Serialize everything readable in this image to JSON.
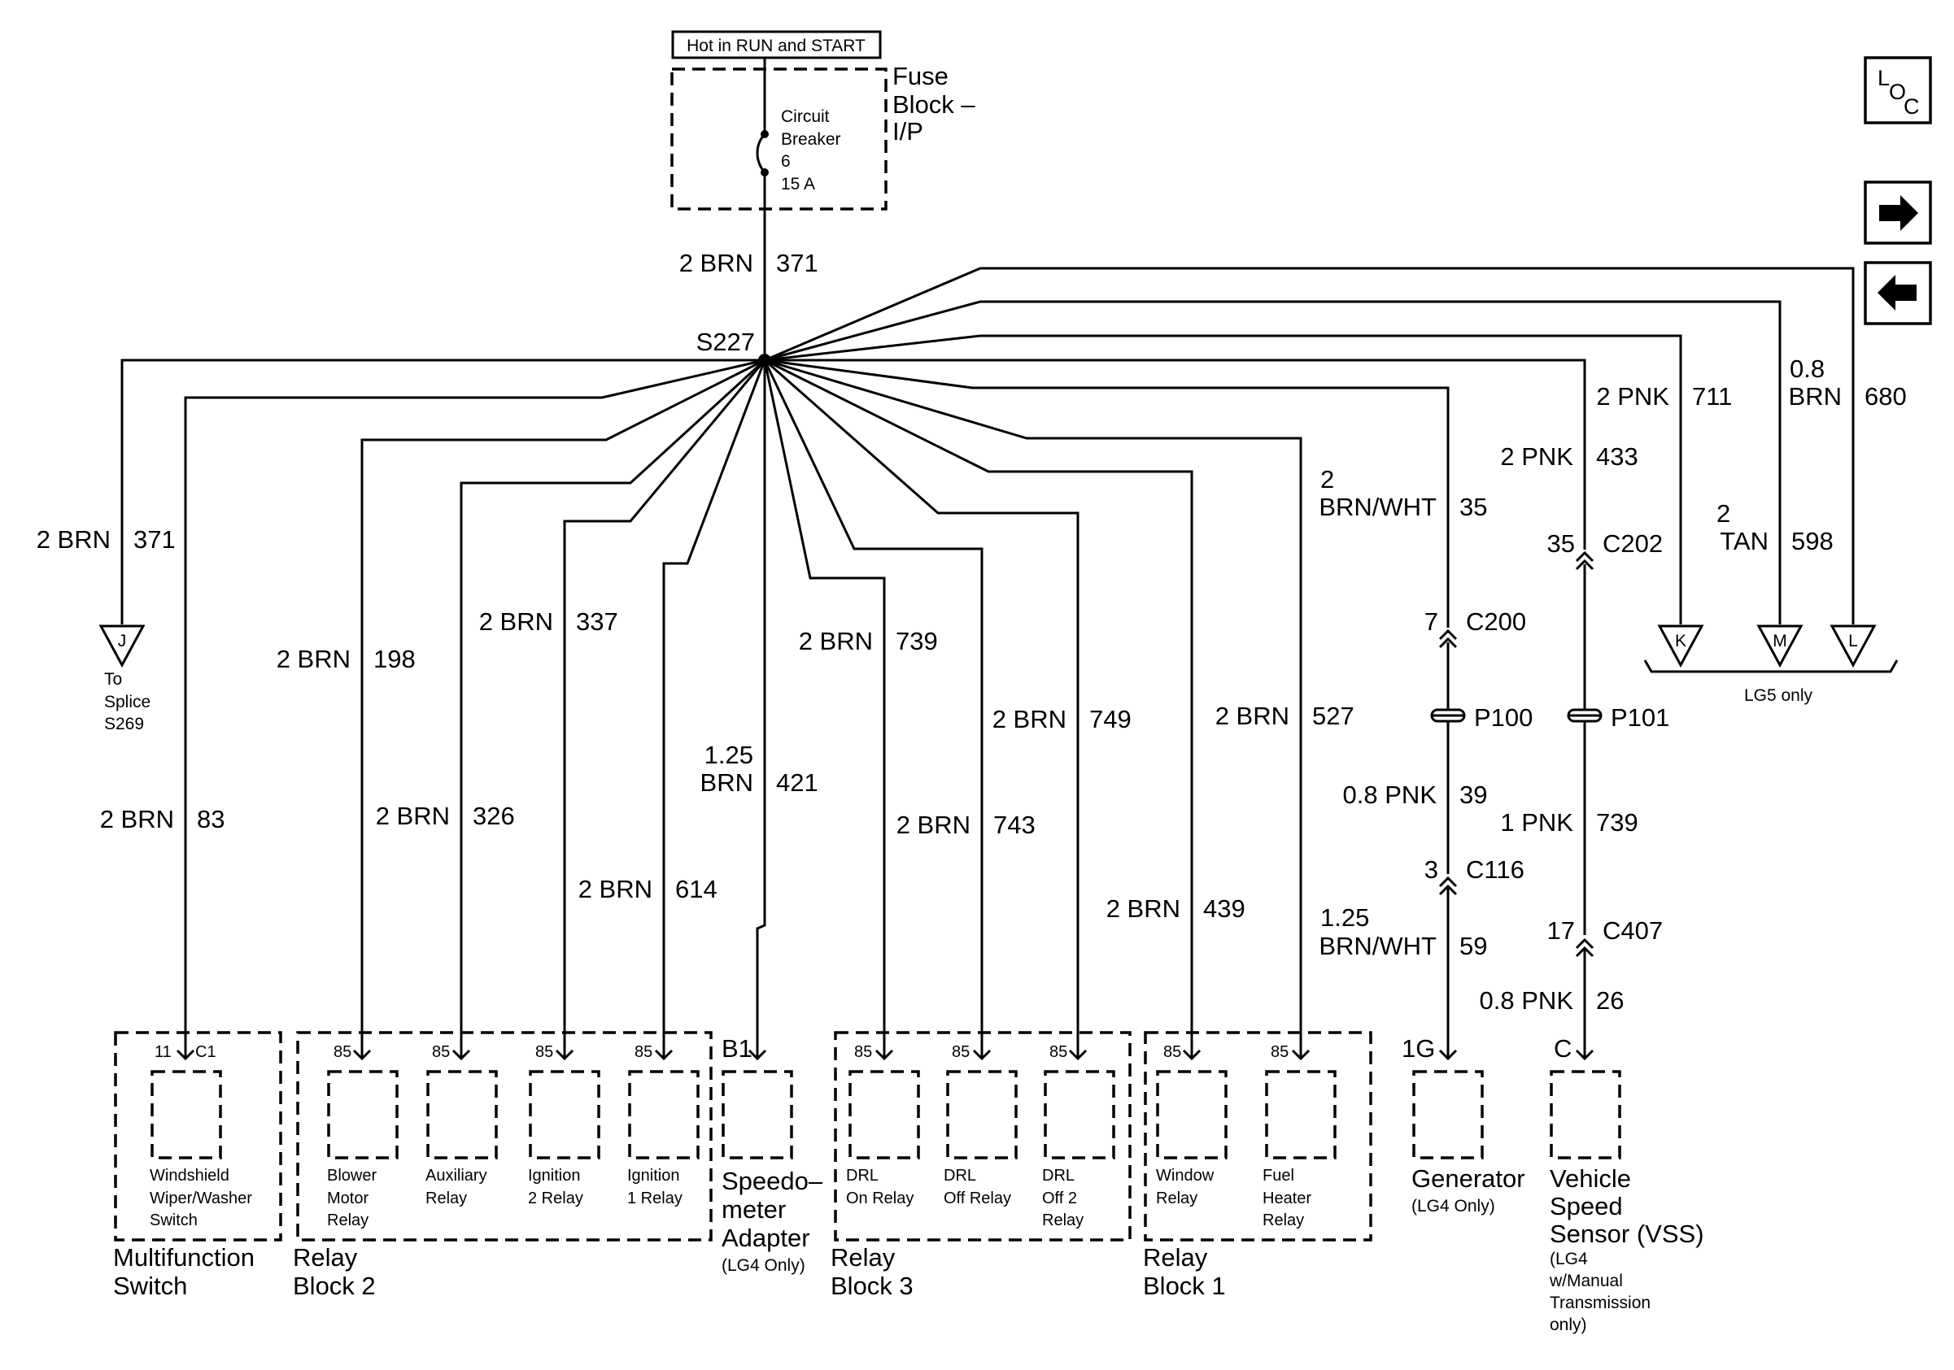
{
  "header": {
    "hot_label": "Hot in RUN and START",
    "fuse_block": [
      "Fuse",
      "Block –",
      "I/P"
    ],
    "breaker": [
      "Circuit",
      "Breaker",
      "6",
      "15 A"
    ],
    "feed_wire": {
      "size": "2 BRN",
      "circuit": "371"
    },
    "splice": "S227"
  },
  "nav": {
    "loc_icon": "L O C",
    "forward_icon": "arrow-right",
    "back_icon": "arrow-left"
  },
  "branches": {
    "j_wire": {
      "size": "2 BRN",
      "circuit": "371"
    },
    "j_terminal": "J",
    "j_note": [
      "To",
      "Splice",
      "S269"
    ],
    "wiper": {
      "size": "2 BRN",
      "circuit": "83"
    },
    "blower": {
      "size": "2 BRN",
      "circuit": "198"
    },
    "aux": {
      "size": "2 BRN",
      "circuit": "326"
    },
    "ign2": {
      "size": "2 BRN",
      "circuit": "337"
    },
    "ign1": {
      "size": "2 BRN",
      "circuit": "614"
    },
    "speedo": {
      "size": [
        "1.25",
        "BRN"
      ],
      "circuit": "421"
    },
    "drl_on": {
      "size": "2 BRN",
      "circuit": "739"
    },
    "drl_off": {
      "size": "2 BRN",
      "circuit": "743"
    },
    "drl_off2": {
      "size": "2 BRN",
      "circuit": "749"
    },
    "window": {
      "size": "2 BRN",
      "circuit": "439"
    },
    "fuel_heater": {
      "size": "2 BRN",
      "circuit": "527"
    }
  },
  "generator_path": {
    "wire1": {
      "size": [
        "2",
        "BRN/WHT"
      ],
      "circuit": "35"
    },
    "c200": {
      "pin": "7",
      "name": "C200"
    },
    "p100": "P100",
    "wire2": {
      "size": "0.8 PNK",
      "circuit": "39"
    },
    "c116": {
      "pin": "3",
      "name": "C116"
    },
    "wire3": {
      "size": [
        "1.25",
        "BRN/WHT"
      ],
      "circuit": "59"
    },
    "terminal": "1G",
    "component": "Generator",
    "note": "(LG4 Only)"
  },
  "vss_path": {
    "wire1": {
      "size": "2 PNK",
      "circuit": "433"
    },
    "c202": {
      "pin": "35",
      "name": "C202"
    },
    "p101": "P101",
    "wire2": {
      "size": "1 PNK",
      "circuit": "739"
    },
    "c407": {
      "pin": "17",
      "name": "C407"
    },
    "wire3": {
      "size": "0.8 PNK",
      "circuit": "26"
    },
    "terminal": "C",
    "component": [
      "Vehicle",
      "Speed",
      "Sensor (VSS)"
    ],
    "note": [
      "(LG4",
      "w/Manual",
      "Transmission",
      "only)"
    ]
  },
  "lg5": {
    "k_wire": {
      "size": "2 PNK",
      "circuit": "711"
    },
    "m_wire": {
      "size": [
        "2",
        "TAN"
      ],
      "circuit": "598"
    },
    "l_wire": {
      "size": [
        "0.8",
        "BRN"
      ],
      "circuit": "680"
    },
    "terminals": [
      "K",
      "M",
      "L"
    ],
    "note": "LG5 only"
  },
  "components": {
    "multifunction": {
      "pins": [
        "11",
        "C1"
      ],
      "switch_label": [
        "Windshield",
        "Wiper/Washer",
        "Switch"
      ],
      "group_label": [
        "Multifunction",
        "Switch"
      ]
    },
    "relay_block_2": {
      "pin": "85",
      "relays": [
        [
          "Blower",
          "Motor",
          "Relay"
        ],
        [
          "Auxiliary",
          "Relay"
        ],
        [
          "Ignition",
          "2 Relay"
        ],
        [
          "Ignition",
          "1 Relay"
        ]
      ],
      "group_label": [
        "Relay",
        "Block 2"
      ]
    },
    "speedometer": {
      "pin": "B1",
      "label": [
        "Speedo–",
        "meter",
        "Adapter"
      ],
      "note": "(LG4 Only)"
    },
    "relay_block_3": {
      "pin": "85",
      "relays": [
        [
          "DRL",
          "On Relay"
        ],
        [
          "DRL",
          "Off Relay"
        ],
        [
          "DRL",
          "Off 2",
          "Relay"
        ]
      ],
      "group_label": [
        "Relay",
        "Block 3"
      ]
    },
    "relay_block_1": {
      "pin": "85",
      "relays": [
        [
          "Window",
          "Relay"
        ],
        [
          "Fuel",
          "Heater",
          "Relay"
        ]
      ],
      "group_label": [
        "Relay",
        "Block 1"
      ]
    }
  }
}
